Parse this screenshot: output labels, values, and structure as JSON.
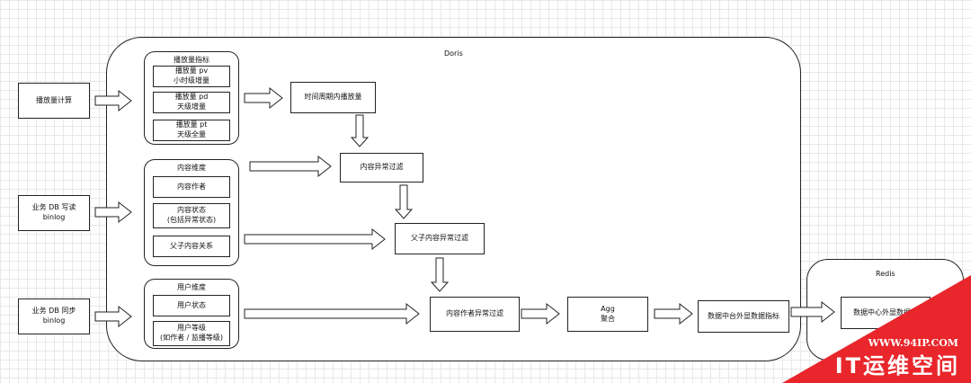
{
  "doris": {
    "label": "Doris"
  },
  "redis": {
    "label": "Redis"
  },
  "inputs": {
    "play_calc": "播放量计算",
    "biz_db_1": "业务 DB 写读\nbinlog",
    "biz_db_2": "业务 DB 同步\nbinlog"
  },
  "groups": {
    "play_metrics": {
      "title": "播放量指标",
      "items": [
        "播放量 pv\n小时级增量",
        "播放量 pd\n天级增量",
        "播放量 pt\n天级全量"
      ]
    },
    "content_dim": {
      "title": "内容维度",
      "items": [
        "内容作者",
        "内容状态\n(包括异常状态)",
        "父子内容关系"
      ]
    },
    "user_dim": {
      "title": "用户维度",
      "items": [
        "用户状态",
        "用户等级\n(如作者 / 监播等级)"
      ]
    }
  },
  "process": {
    "time_window": "时间周期内播放量",
    "content_filter": "内容异常过滤",
    "parent_child_filter": "父子内容异常过滤",
    "author_filter": "内容作者异常过滤",
    "agg": "Agg\n聚合",
    "result": "数据中台外显数据指标"
  },
  "redis_item": "数据中心外显数据库",
  "watermark": {
    "url": "WWW.94IP.COM",
    "name": "IT运维空间"
  },
  "colors": {
    "watermark": "#e8262b",
    "line": "#222222"
  }
}
